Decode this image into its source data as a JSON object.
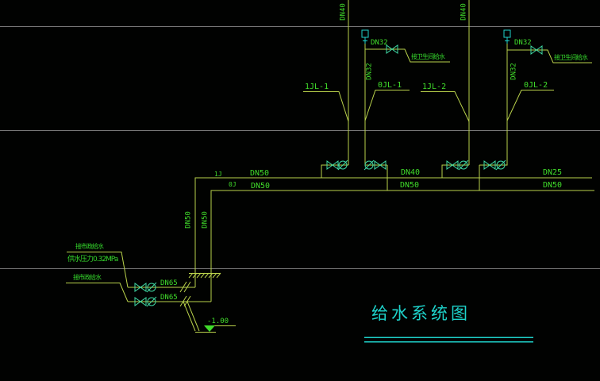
{
  "title": "给水系统图",
  "labels": {
    "dn40_left": "DN40",
    "dn40_right": "DN40",
    "dn32": "DN32",
    "to_bathroom": "接卫生间给水",
    "riser_1jl1": "1JL-1",
    "riser_0jl1": "0JL-1",
    "riser_1jl2": "1JL-2",
    "riser_0jl2": "0JL-2",
    "upper_main_dn": [
      "DN50",
      "DN40",
      "DN25"
    ],
    "lower_main_dn": [
      "DN50",
      "DN50",
      "DN50"
    ],
    "upper_main_tag": "1J",
    "lower_main_tag": "0J",
    "riser_dn50": "DN50",
    "municipal_inlet_top": "接市政给水",
    "supply_pressure": "供水压力0.32MPa",
    "municipal_inlet_bottom": "接市政给水",
    "inlet_dn": "DN65",
    "inlet_elevation": "-1.00"
  },
  "colors": {
    "background": "#010201",
    "pipe_line": "#b9d24b",
    "label_text": "#41dd2b",
    "accent_cyan": "#1ed3cb",
    "valve_symbol": "#3fd9a4",
    "floor_line": "#787878"
  }
}
